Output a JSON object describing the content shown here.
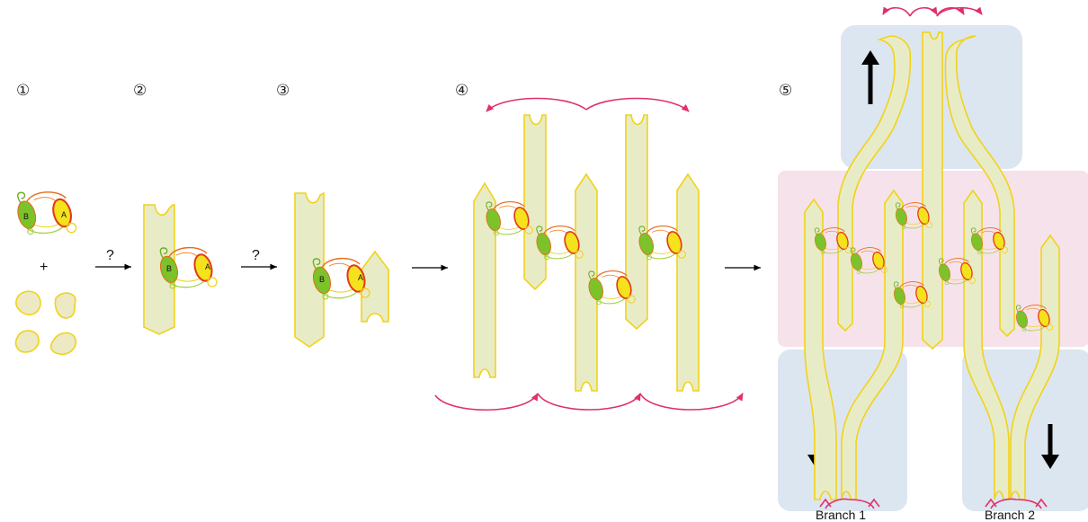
{
  "steps": [
    {
      "number": "①"
    },
    {
      "number": "②"
    },
    {
      "number": "③"
    },
    {
      "number": "④"
    },
    {
      "number": "⑤"
    }
  ],
  "operators": {
    "plus": "+",
    "question_1": "?",
    "question_2": "?"
  },
  "molecule": {
    "label_a": "A",
    "label_b": "B"
  },
  "branches": {
    "branch_1": "Branch 1",
    "branch_2": "Branch 2"
  },
  "colors": {
    "rod_fill": "#e8ecc6",
    "rod_stroke": "#f2d21a",
    "pink_arc": "#e0306a",
    "blue_zone": "#dce6f0",
    "pink_zone": "#f6e2ea",
    "domain_a_yellow": "#f4e21c",
    "domain_b_green": "#7cc22a"
  }
}
